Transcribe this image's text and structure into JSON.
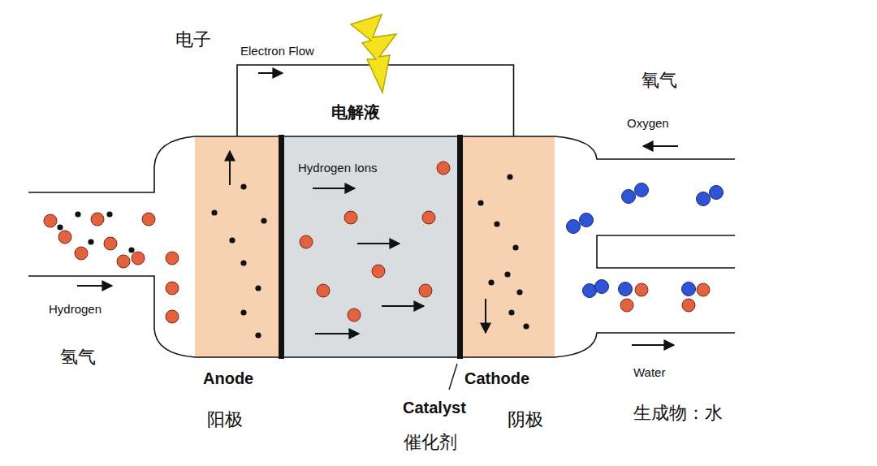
{
  "diagram": {
    "nodes": [
      {
        "text": [
          "Anode",
          "阳极"
        ]
      },
      {
        "text": [
          "Hydrogen Ions"
        ]
      },
      {
        "text": [
          "Cathode",
          "阴极"
        ]
      }
    ],
    "edges": [
      {
        "from": 0,
        "to": 2,
        "arrow": "none",
        "label": "Electron Flow"
      }
    ],
    "labels": [
      "电子",
      "电解液",
      "氧气",
      "Oxygen",
      "Hydrogen",
      "氢气",
      "Catalyst",
      "催化剂",
      "Water",
      "生成物：水"
    ]
  }
}
